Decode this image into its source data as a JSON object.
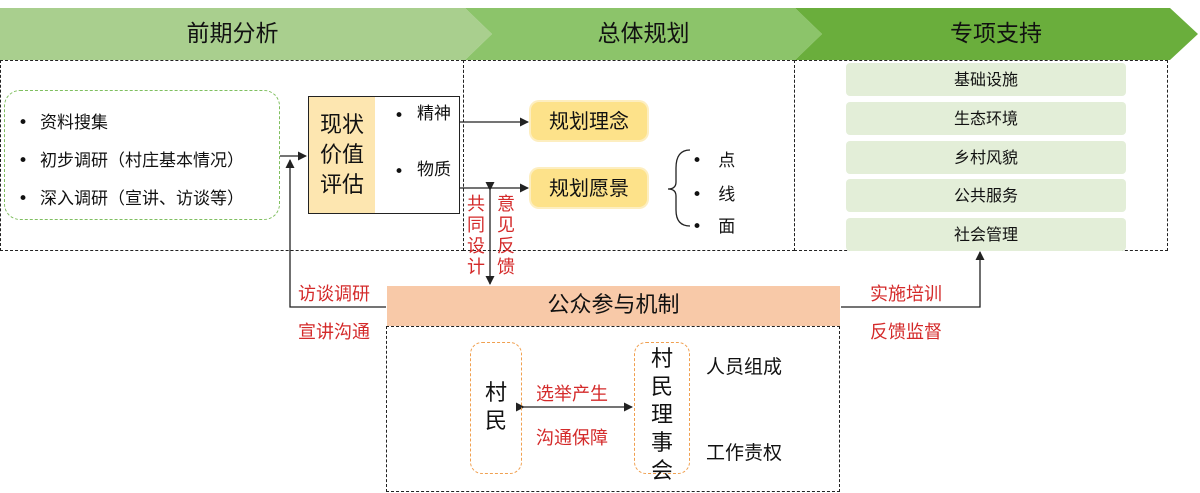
{
  "phases": [
    {
      "label": "前期分析"
    },
    {
      "label": "总体规划"
    },
    {
      "label": "专项支持"
    }
  ],
  "analysis": {
    "items": [
      "资料搜集",
      "初步调研（村庄基本情况）",
      "深入调研（宣讲、访谈等）"
    ],
    "bullet": "•",
    "evaluation": "现状价值评估",
    "eval_aspects": [
      "精神",
      "物质"
    ]
  },
  "planning": {
    "concept": "规划理念",
    "vision": "规划愿景",
    "vision_items": [
      "点",
      "线",
      "面"
    ]
  },
  "support_items": [
    "基础设施",
    "生态环境",
    "乡村风貌",
    "公共服务",
    "社会管理"
  ],
  "connectors": {
    "co_design": "共同设计",
    "feedback": "意见反馈",
    "interview": "访谈调研",
    "publicize": "宣讲沟通",
    "training": "实施培训",
    "supervision": "反馈监督",
    "election": "选举产生",
    "communication": "沟通保障"
  },
  "mechanism": {
    "title": "公众参与机制",
    "villagers": "村民",
    "council": "村民理事会",
    "composition": "人员组成",
    "duties": "工作责权"
  },
  "colors": {
    "phase_light": "#a9cf8e",
    "phase_mid": "#8cc46a",
    "phase_dark": "#6aae3c",
    "accent_red": "#d42a2a",
    "pill_yellow": "#fde28a",
    "support_green": "#e3eed8",
    "mechanism_peach": "#f8c9a8"
  }
}
